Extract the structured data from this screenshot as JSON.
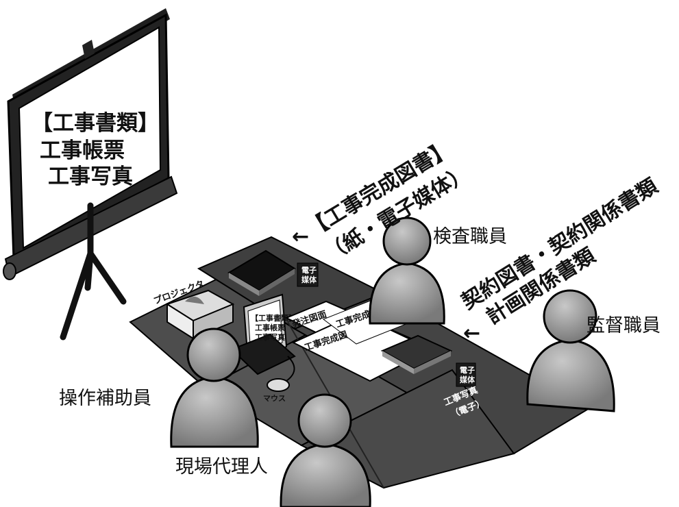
{
  "screen": {
    "lines": [
      "【工事書類】",
      "工事帳票",
      "工事写真"
    ]
  },
  "callouts": {
    "completion_drawings": {
      "arrow": "←",
      "line1": "【工事完成図書】",
      "line2": "（紙・電子媒体）"
    },
    "contract_docs": {
      "arrow": "←",
      "line1": "契約図書・契約関係書類",
      "line2": "計画関係書類"
    }
  },
  "people": {
    "inspector": "検査職員",
    "supervisor": "監督職員",
    "operator": "操作補助員",
    "agent": "現場代理人"
  },
  "table": {
    "projector": "プロジェクタ",
    "laptop_lines": [
      "【工事書類】",
      "工事帳票",
      "工事写真"
    ],
    "media_label_top": [
      "電子",
      "媒体"
    ],
    "order_drawing": "発注図面",
    "completion_drawing": "工事完成図",
    "mouse": "マウス",
    "media_label_right": [
      "電子",
      "媒体"
    ],
    "photos_lines": [
      "工事写真",
      "（電子）"
    ]
  },
  "colors": {
    "table_dark": "#4a4a4a",
    "table_mid": "#5c5c5c",
    "person_fill": "#9a9a9a",
    "screen_frame": "#222222",
    "paper": "#ffffff"
  }
}
